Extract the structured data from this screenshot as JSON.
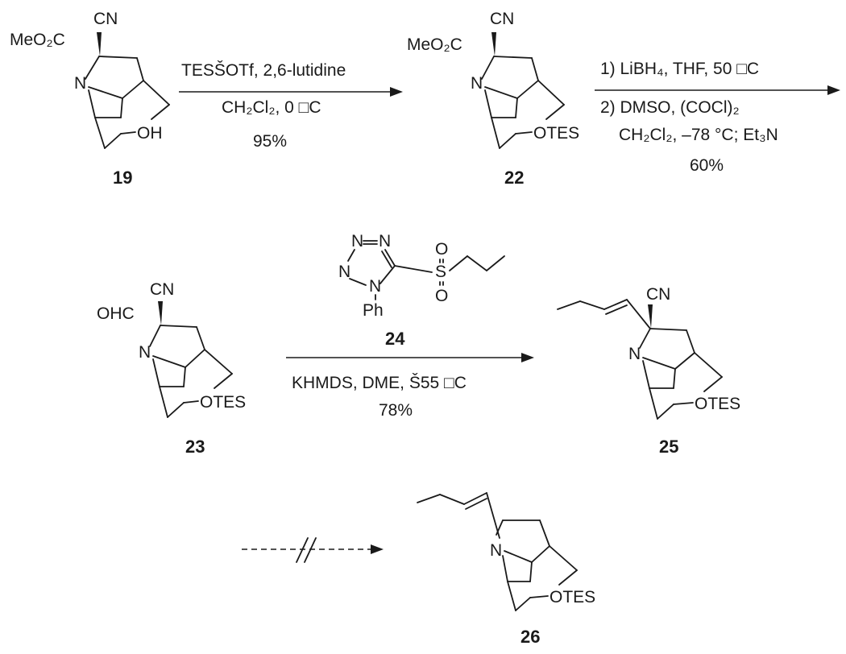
{
  "compounds": {
    "c19": {
      "number": "19",
      "ester": "MeO₂C",
      "cn": "CN",
      "n": "N",
      "oh": "OH"
    },
    "c22": {
      "number": "22",
      "ester": "MeO₂C",
      "cn": "CN",
      "n": "N",
      "otes": "OTES"
    },
    "c23": {
      "number": "23",
      "aldehyde": "OHC",
      "cn": "CN",
      "n": "N",
      "otes": "OTES"
    },
    "c24": {
      "number": "24",
      "ring_n1": "N",
      "ring_n2": "N",
      "ring_n3": "N",
      "ring_n4": "N",
      "ph": "Ph",
      "s": "S",
      "o1": "O",
      "o2": "O"
    },
    "c25": {
      "number": "25",
      "cn": "CN",
      "n": "N",
      "otes": "OTES"
    },
    "c26": {
      "number": "26",
      "n": "N",
      "otes": "OTES"
    }
  },
  "steps": {
    "step1": {
      "above": "TESŠOTf, 2,6-lutidine",
      "below1": "CH₂Cl₂, 0 □C",
      "below2": "95%"
    },
    "step2": {
      "line1": "1) LiBH₄, THF, 50 □C",
      "line2": "2) DMSO, (COCl)₂",
      "line3": "CH₂Cl₂, –78 °C; Et₃N",
      "line4": "60%"
    },
    "step3": {
      "below1": "KHMDS, DME, Š55 □C",
      "below2": "78%"
    },
    "step4": {
      "failed": true
    }
  }
}
